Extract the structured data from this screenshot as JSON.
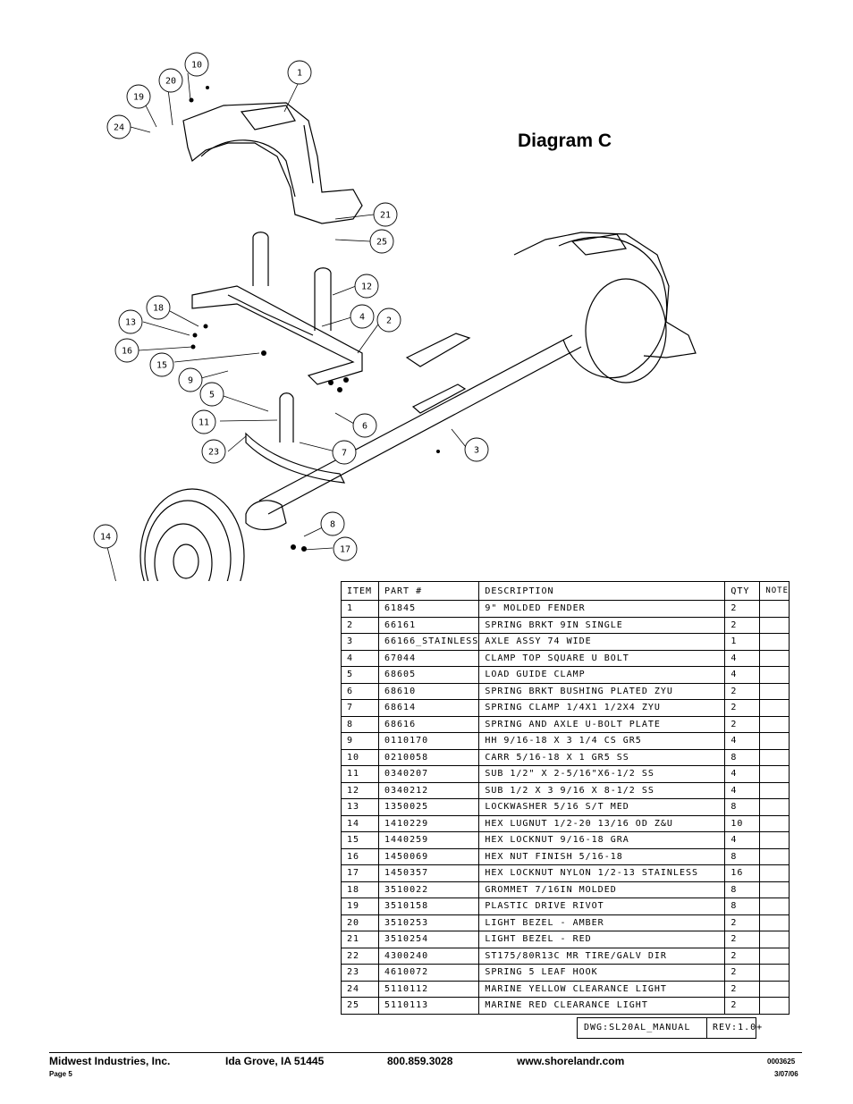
{
  "diagram": {
    "title": "Diagram C",
    "callouts": [
      "1",
      "2",
      "3",
      "4",
      "5",
      "6",
      "7",
      "8",
      "9",
      "10",
      "11",
      "12",
      "13",
      "14",
      "15",
      "16",
      "17",
      "18",
      "19",
      "20",
      "21",
      "23",
      "24",
      "25"
    ]
  },
  "table": {
    "headers": {
      "item": "ITEM",
      "part": "PART #",
      "desc": "DESCRIPTION",
      "qty": "QTY",
      "note": "NOTE"
    },
    "rows": [
      {
        "item": "1",
        "part": "61845",
        "desc": "9\" MOLDED FENDER",
        "qty": "2"
      },
      {
        "item": "2",
        "part": "66161",
        "desc": "SPRING BRKT   9IN SINGLE",
        "qty": "2"
      },
      {
        "item": "3",
        "part": "66166_STAINLESS",
        "desc": "AXLE ASSY 74 WIDE",
        "qty": "1"
      },
      {
        "item": "4",
        "part": "67044",
        "desc": "CLAMP TOP SQUARE U BOLT",
        "qty": "4"
      },
      {
        "item": "5",
        "part": "68605",
        "desc": "LOAD GUIDE CLAMP",
        "qty": "4"
      },
      {
        "item": "6",
        "part": "68610",
        "desc": "SPRING BRKT BUSHING PLATED ZYU",
        "qty": "2"
      },
      {
        "item": "7",
        "part": "68614",
        "desc": "SPRING CLAMP   1/4X1 1/2X4  ZYU",
        "qty": "2"
      },
      {
        "item": "8",
        "part": "68616",
        "desc": "SPRING AND AXLE U-BOLT PLATE",
        "qty": "2"
      },
      {
        "item": "9",
        "part": "0110170",
        "desc": "HH 9/16-18 X 3 1/4 CS GR5",
        "qty": "4"
      },
      {
        "item": "10",
        "part": "0210058",
        "desc": "CARR 5/16-18 X 1 GR5 SS",
        "qty": "8"
      },
      {
        "item": "11",
        "part": "0340207",
        "desc": "SUB 1/2\" X 2-5/16\"X6-1/2 SS",
        "qty": "4"
      },
      {
        "item": "12",
        "part": "0340212",
        "desc": "SUB 1/2 X 3 9/16 X 8-1/2 SS",
        "qty": "4"
      },
      {
        "item": "13",
        "part": "1350025",
        "desc": "LOCKWASHER 5/16 S/T MED",
        "qty": "8"
      },
      {
        "item": "14",
        "part": "1410229",
        "desc": "HEX LUGNUT 1/2-20 13/16 OD Z&U",
        "qty": "10"
      },
      {
        "item": "15",
        "part": "1440259",
        "desc": "HEX LOCKNUT 9/16-18 GRA",
        "qty": "4"
      },
      {
        "item": "16",
        "part": "1450069",
        "desc": "HEX NUT FINISH 5/16-18",
        "qty": "8"
      },
      {
        "item": "17",
        "part": "1450357",
        "desc": "HEX LOCKNUT NYLON 1/2-13 STAINLESS",
        "qty": "16"
      },
      {
        "item": "18",
        "part": "3510022",
        "desc": "GROMMET  7/16IN MOLDED",
        "qty": "8"
      },
      {
        "item": "19",
        "part": "3510158",
        "desc": "PLASTIC DRIVE RIVOT",
        "qty": "8"
      },
      {
        "item": "20",
        "part": "3510253",
        "desc": "LIGHT BEZEL - AMBER",
        "qty": "2"
      },
      {
        "item": "21",
        "part": "3510254",
        "desc": "LIGHT BEZEL - RED",
        "qty": "2"
      },
      {
        "item": "22",
        "part": "4300240",
        "desc": "ST175/80R13C MR TIRE/GALV DIR",
        "qty": "2"
      },
      {
        "item": "23",
        "part": "4610072",
        "desc": "SPRING  5 LEAF HOOK",
        "qty": "2"
      },
      {
        "item": "24",
        "part": "5110112",
        "desc": "MARINE YELLOW CLEARANCE LIGHT",
        "qty": "2"
      },
      {
        "item": "25",
        "part": "5110113",
        "desc": "MARINE RED CLEARANCE LIGHT",
        "qty": "2"
      }
    ]
  },
  "title_block": {
    "dwg": "DWG:SL20AL_MANUAL",
    "rev": "REV:1.0+"
  },
  "footer": {
    "company": "Midwest Industries, Inc.",
    "city": "Ida Grove, IA  51445",
    "phone": "800.859.3028",
    "web": "www.shorelandr.com",
    "page": "Page 5",
    "doc_no": "0003625",
    "date": "3/07/06"
  }
}
